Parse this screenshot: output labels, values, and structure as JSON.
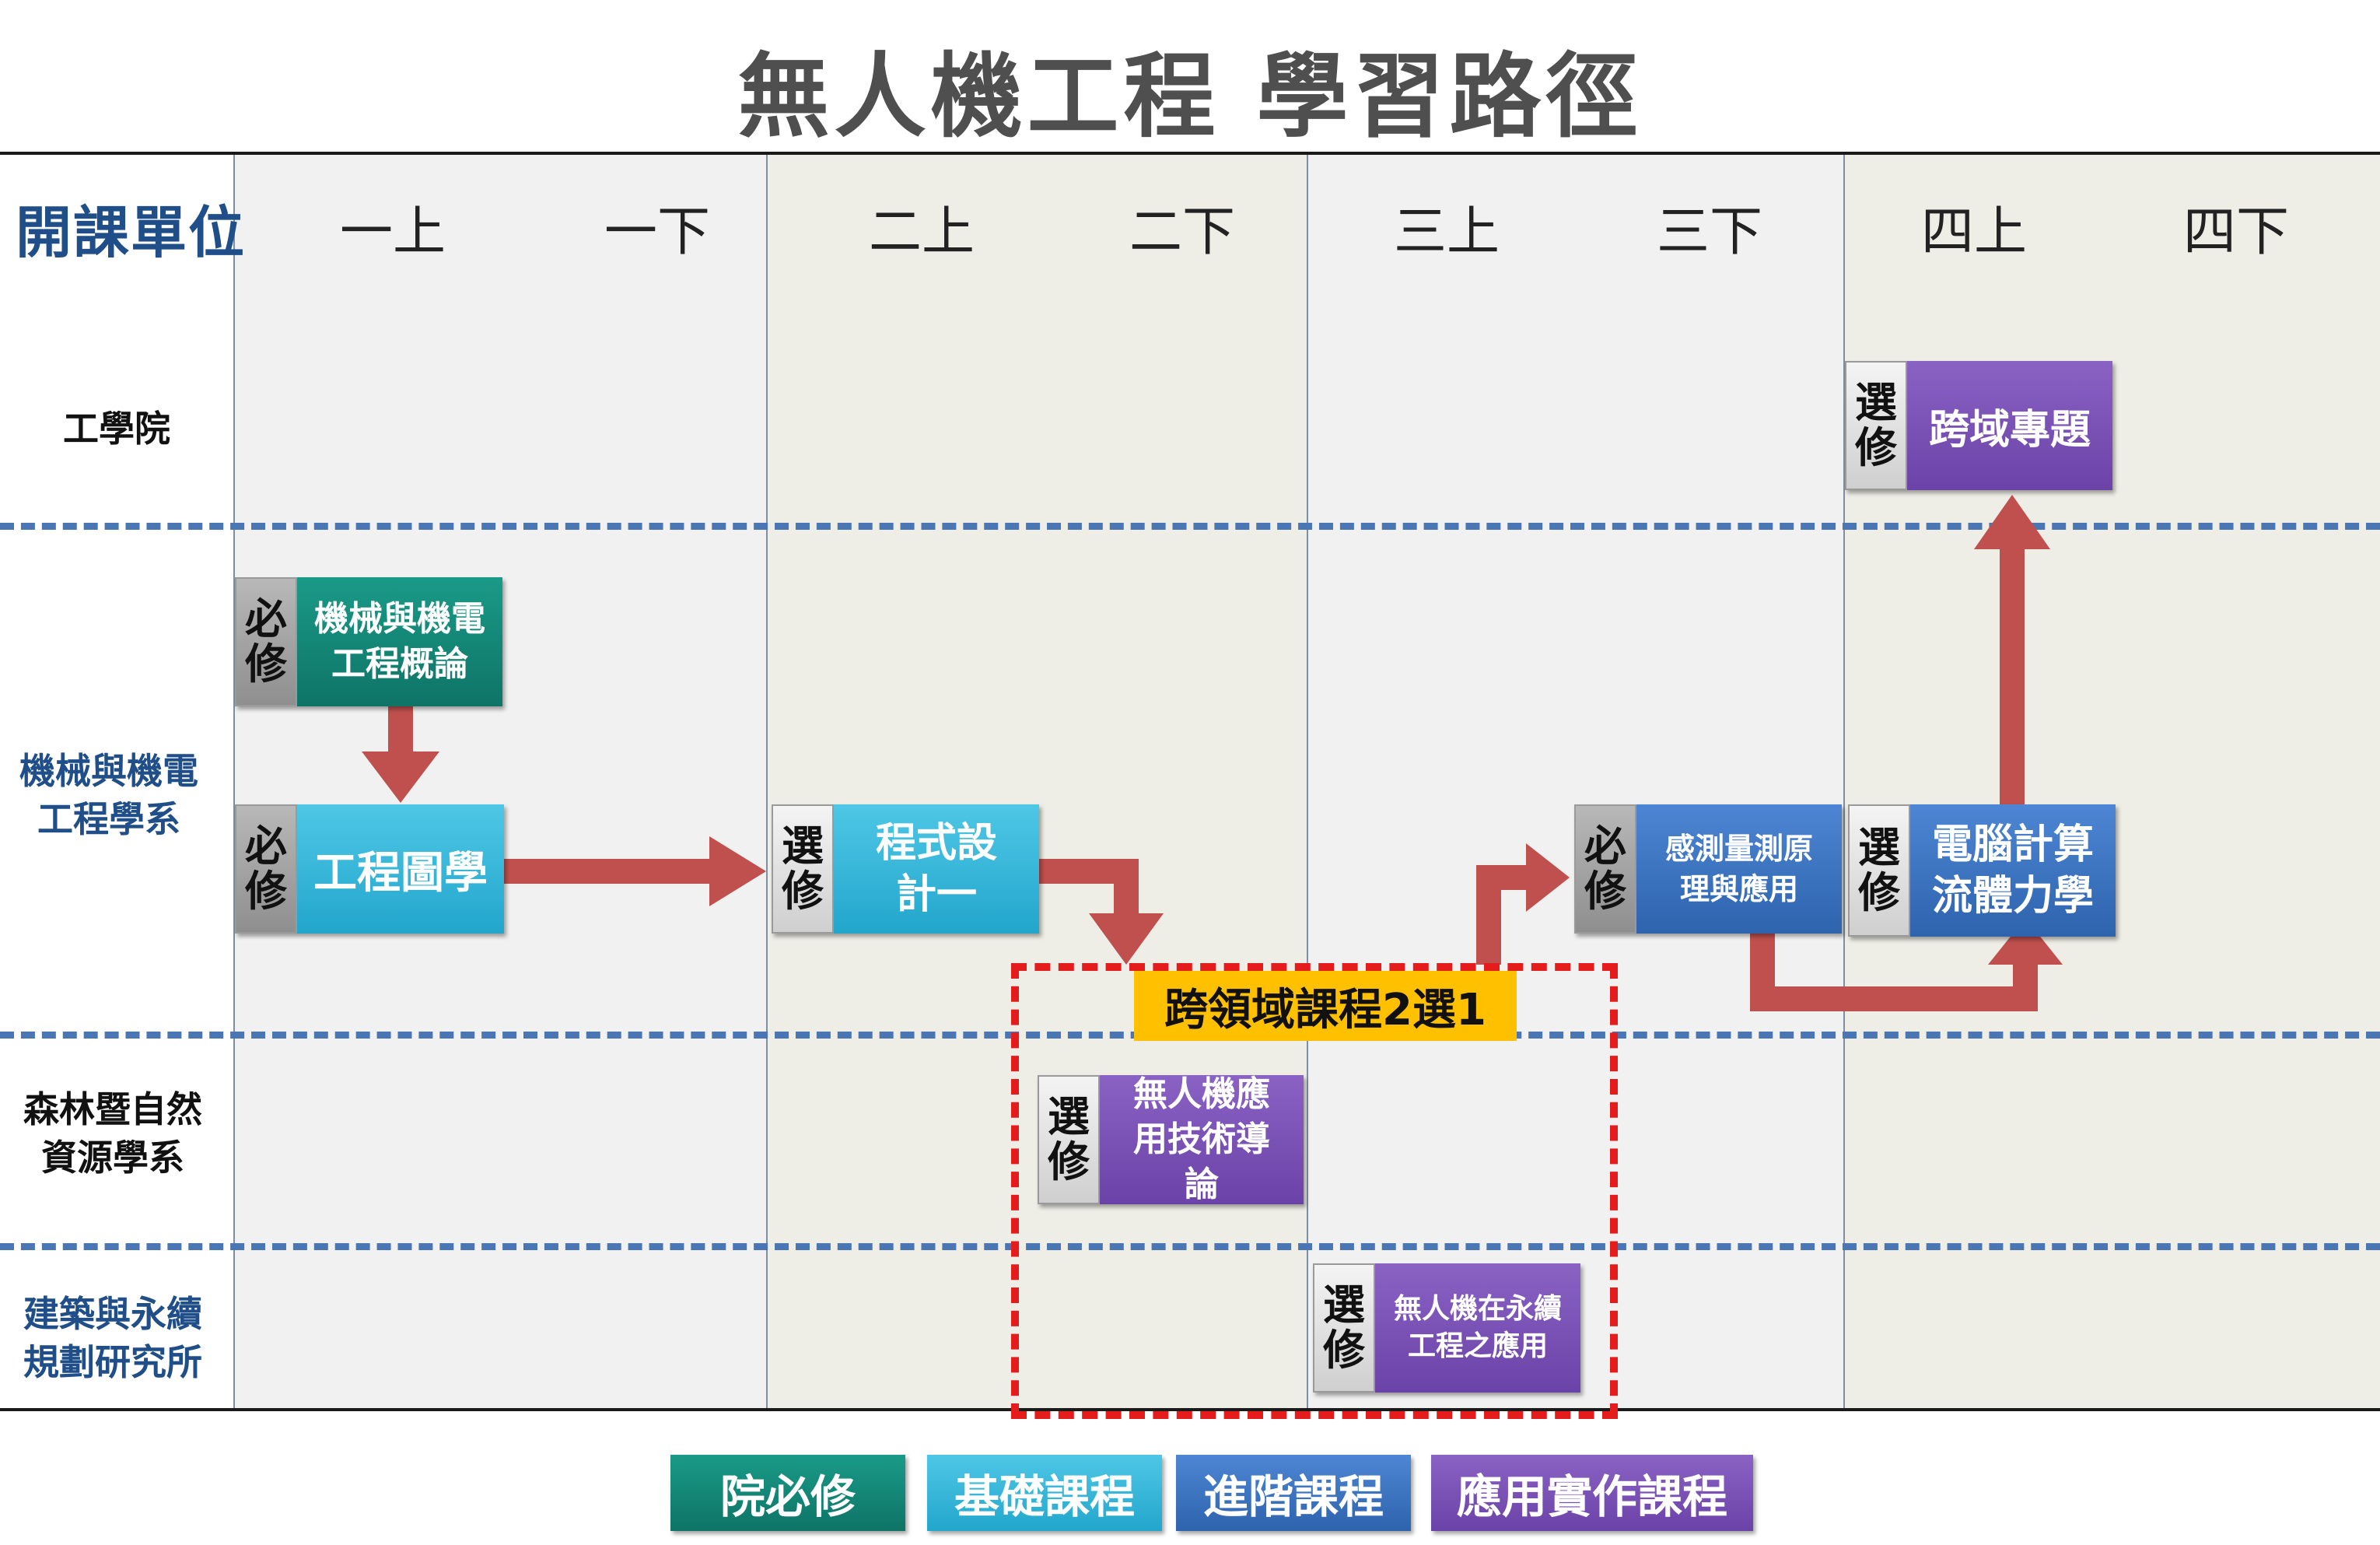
{
  "title": "無人機工程  學習路徑",
  "header": {
    "unit": "開課單位"
  },
  "semesters": [
    "一上",
    "一下",
    "二上",
    "二下",
    "三上",
    "三下",
    "四上",
    "四下"
  ],
  "rows": [
    {
      "label": "工學院"
    },
    {
      "label": "機械與機電工程學系"
    },
    {
      "label": "森林暨自然資源學系"
    },
    {
      "label": "建築與永續規劃研究所"
    }
  ],
  "courses": [
    {
      "tag": "必修",
      "name": "機械與機電工程概論",
      "category": "院必修"
    },
    {
      "tag": "必修",
      "name": "工程圖學",
      "category": "基礎課程"
    },
    {
      "tag": "選修",
      "name": "程式設計一",
      "category": "基礎課程"
    },
    {
      "tag": "必修",
      "name": "感測量測原理與應用",
      "category": "進階課程"
    },
    {
      "tag": "選修",
      "name": "電腦計算流體力學",
      "category": "進階課程"
    },
    {
      "tag": "選修",
      "name": "跨域專題",
      "category": "應用實作課程"
    },
    {
      "tag": "選修",
      "name": "無人機應用技術導論",
      "category": "應用實作課程"
    },
    {
      "tag": "選修",
      "name": "無人機在永續工程之應用",
      "category": "應用實作課程"
    }
  ],
  "cross_domain": {
    "label": "跨領域課程2選1"
  },
  "legend": [
    {
      "label": "院必修",
      "color": "#0e7466"
    },
    {
      "label": "基礎課程",
      "color": "#22a6cc"
    },
    {
      "label": "進階課程",
      "color": "#2e63ad"
    },
    {
      "label": "應用實作課程",
      "color": "#6b43a8"
    }
  ],
  "colors": {
    "arrow": "#c0504d",
    "dash": "#4a76b3",
    "cross_box": "#e51c1c",
    "cross_label": "#ffc000"
  }
}
